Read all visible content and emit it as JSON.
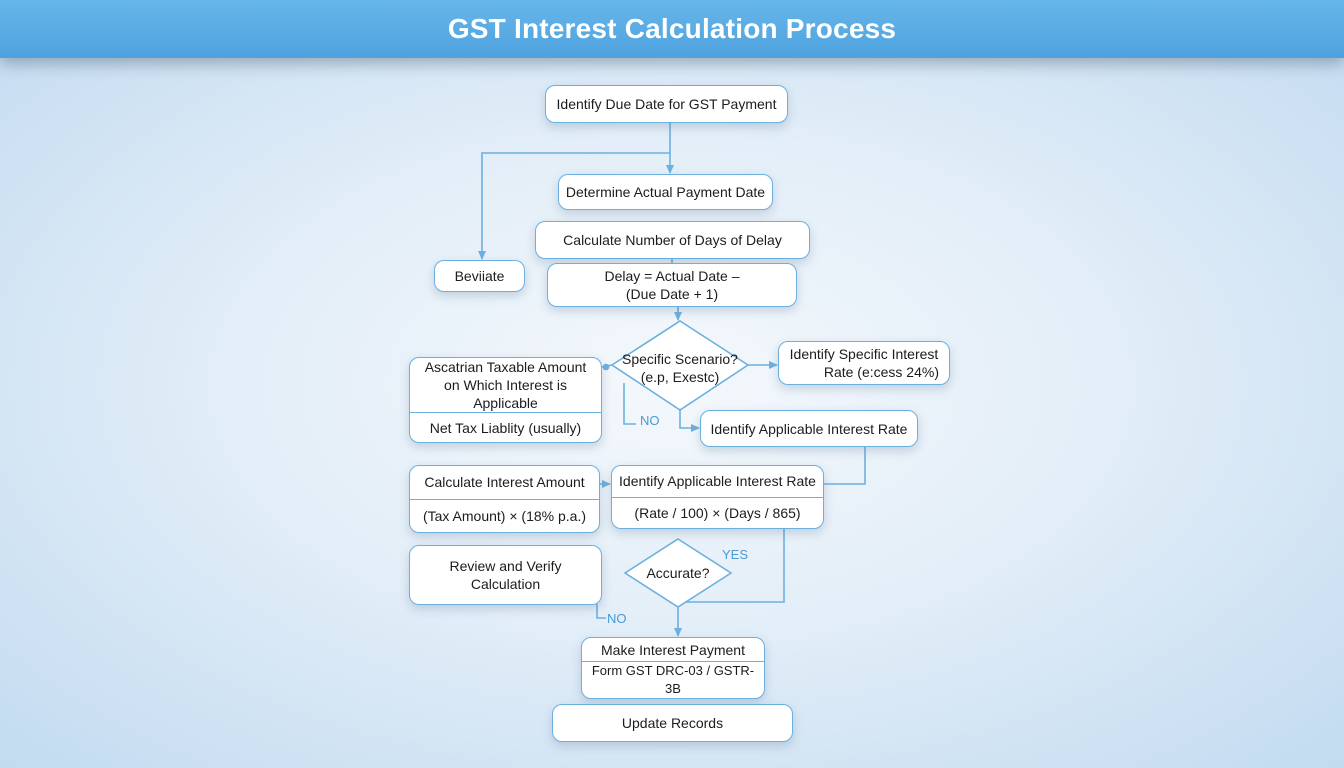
{
  "header": {
    "title": "GST Interest Calculation Process"
  },
  "colors": {
    "header_bg": "#5aaee5",
    "border": "#6cb0e0",
    "connector": "#6cb0e0",
    "label": "#4a9ad4"
  },
  "nodes": {
    "identify_due_date": {
      "text": "Identify Due Date for GST Payment"
    },
    "determine_payment_date": {
      "text": "Determine Actual Payment Date"
    },
    "calculate_days": {
      "text": "Calculate Number of Days of Delay"
    },
    "deviate": {
      "text": "Beviiate"
    },
    "delay_formula": {
      "line1": "Delay = Actual Date –",
      "line2": "(Due Date + 1)"
    },
    "specific_scenario": {
      "line1": "Specific Scenario?",
      "line2": "(e.p, Exestc)"
    },
    "specific_rate": {
      "line1": "Identify Specific Interest",
      "line2": "Rate (e:cess 24%)"
    },
    "taxable_amount": {
      "title": "Ascatrian Taxable Amount on Which Interest is Applicable",
      "sub": "Net Tax Liablity (usually)"
    },
    "applicable_rate_1": {
      "text": "Identify Applicable Interest Rate"
    },
    "calculate_interest": {
      "title": "Calculate Interest Amount",
      "sub": "(Tax Amount) × (18% p.a.)"
    },
    "applicable_rate_2": {
      "title": "Identify Applicable Interest Rate",
      "sub": "(Rate / 100) × (Days / 865)"
    },
    "review_verify": {
      "text": "Review and Verify Calculation"
    },
    "accurate": {
      "text": "Accurate?"
    },
    "make_payment": {
      "title": "Make Interest Payment",
      "sub": "Form GST DRC-03 / GSTR-3B"
    },
    "update_records": {
      "text": "Update Records"
    }
  },
  "edge_labels": {
    "no_1": "NO",
    "yes": "YES",
    "no_2": "NO"
  }
}
